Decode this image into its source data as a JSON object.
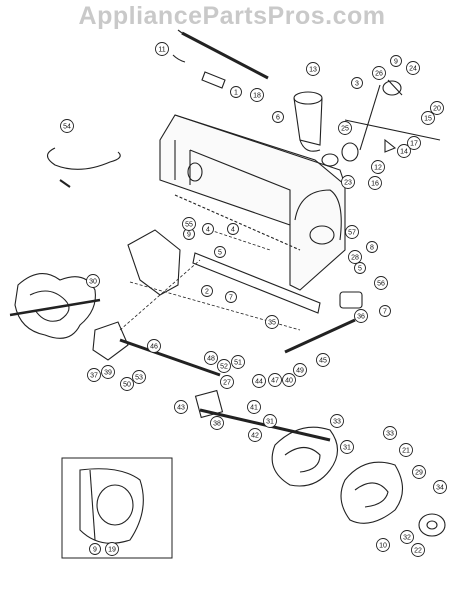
{
  "watermark": "AppliancePartsPros.com",
  "callouts": [
    {
      "n": "1"
    },
    {
      "n": "2"
    },
    {
      "n": "3"
    },
    {
      "n": "4"
    },
    {
      "n": "4"
    },
    {
      "n": "5"
    },
    {
      "n": "5"
    },
    {
      "n": "6"
    },
    {
      "n": "7"
    },
    {
      "n": "7"
    },
    {
      "n": "8"
    },
    {
      "n": "9"
    },
    {
      "n": "9"
    },
    {
      "n": "9"
    },
    {
      "n": "10"
    },
    {
      "n": "11"
    },
    {
      "n": "12"
    },
    {
      "n": "13"
    },
    {
      "n": "14"
    },
    {
      "n": "15"
    },
    {
      "n": "16"
    },
    {
      "n": "17"
    },
    {
      "n": "18"
    },
    {
      "n": "19"
    },
    {
      "n": "20"
    },
    {
      "n": "21"
    },
    {
      "n": "22"
    },
    {
      "n": "23"
    },
    {
      "n": "24"
    },
    {
      "n": "25"
    },
    {
      "n": "26"
    },
    {
      "n": "27"
    },
    {
      "n": "28"
    },
    {
      "n": "29"
    },
    {
      "n": "30"
    },
    {
      "n": "31"
    },
    {
      "n": "31"
    },
    {
      "n": "32"
    },
    {
      "n": "33"
    },
    {
      "n": "33"
    },
    {
      "n": "34"
    },
    {
      "n": "35"
    },
    {
      "n": "36"
    },
    {
      "n": "37"
    },
    {
      "n": "38"
    },
    {
      "n": "39"
    },
    {
      "n": "40"
    },
    {
      "n": "41"
    },
    {
      "n": "42"
    },
    {
      "n": "43"
    },
    {
      "n": "44"
    },
    {
      "n": "45"
    },
    {
      "n": "46"
    },
    {
      "n": "47"
    },
    {
      "n": "48"
    },
    {
      "n": "49"
    },
    {
      "n": "50"
    },
    {
      "n": "51"
    },
    {
      "n": "52"
    },
    {
      "n": "53"
    },
    {
      "n": "54"
    },
    {
      "n": "55"
    },
    {
      "n": "56"
    },
    {
      "n": "57"
    }
  ]
}
